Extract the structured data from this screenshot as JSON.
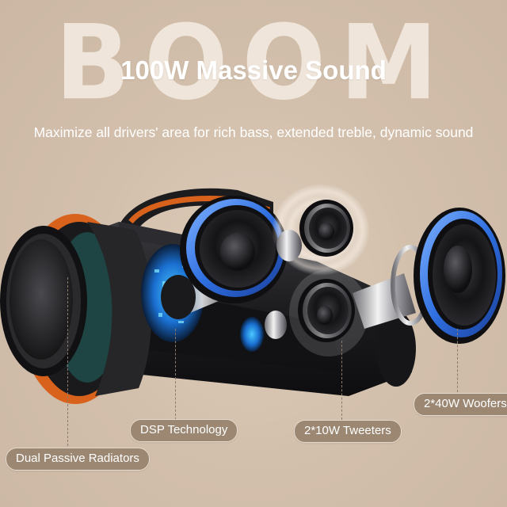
{
  "hero": {
    "background_word": "BOOM",
    "headline": "100W Massive Sound",
    "subtitle": "Maximize all drivers' area for rich bass, extended treble, dynamic sound"
  },
  "product": {
    "name": "Portable Bluetooth Speaker (exploded driver view)",
    "accent_colors": {
      "ring_blue": "#2f6fe0",
      "handle_orange": "#d8621c",
      "body_black": "#1b1b1d",
      "circuit_cyan": "#2fb7ff"
    }
  },
  "callouts": [
    {
      "id": "passive-radiators",
      "label": "Dual Passive Radiators"
    },
    {
      "id": "dsp",
      "label": "DSP Technology"
    },
    {
      "id": "tweeters",
      "label": "2*10W Tweeters"
    },
    {
      "id": "woofers",
      "label": "2*40W Woofers"
    }
  ],
  "colors": {
    "background": "#d3c0ac",
    "pill": "#9b8772",
    "pill_text": "#ffffff",
    "headline": "#ffffff",
    "bg_word": "#efe5da"
  }
}
